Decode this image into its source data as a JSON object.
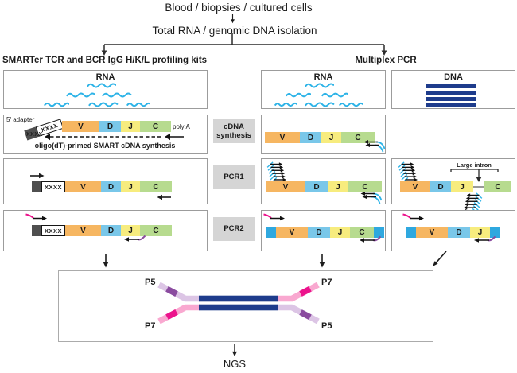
{
  "header": {
    "title1": "Blood / biopsies / cultured cells",
    "title2": "Total RNA / genomic DNA isolation",
    "left_branch": "SMARTer TCR and BCR IgG H/K/L profiling kits",
    "right_branch": "Multiplex PCR"
  },
  "labels": {
    "rna": "RNA",
    "dna": "DNA"
  },
  "steps": {
    "cdna1": "cDNA",
    "cdna2": "synthesis",
    "pcr1": "PCR1",
    "pcr2": "PCR2"
  },
  "seg": {
    "v": "V",
    "d": "D",
    "j": "J",
    "c": "C"
  },
  "smarter": {
    "adapter_label": "5' adapter",
    "adapter_seq": "XXXX",
    "polya": "poly A",
    "rt_seq": "XXXX",
    "caption": "oligo(dT)-primed SMART cDNA synthesis",
    "pcr1_seq": "XXXX",
    "pcr2_seq": "XXXX"
  },
  "multiplex": {
    "intron": "Large intron"
  },
  "library": {
    "p5": "P5",
    "p7": "P7"
  },
  "footer": {
    "ngs": "NGS"
  },
  "colors": {
    "v_segment": "#F6B661",
    "d_segment": "#79C7E9",
    "j_segment": "#F7EC7E",
    "c_segment": "#B7DB8F",
    "rna_cyan": "#2DB3E7",
    "dna_navy": "#1E3C8C",
    "adapter_blue": "#2FA8DF",
    "magenta": "#EC138C",
    "purple": "#8A4B9F",
    "pink": "#F9A8D0",
    "lavender": "#DCC5E5",
    "step_gray": "#D5D5D5",
    "adapter_gray": "#4F4F4F"
  }
}
